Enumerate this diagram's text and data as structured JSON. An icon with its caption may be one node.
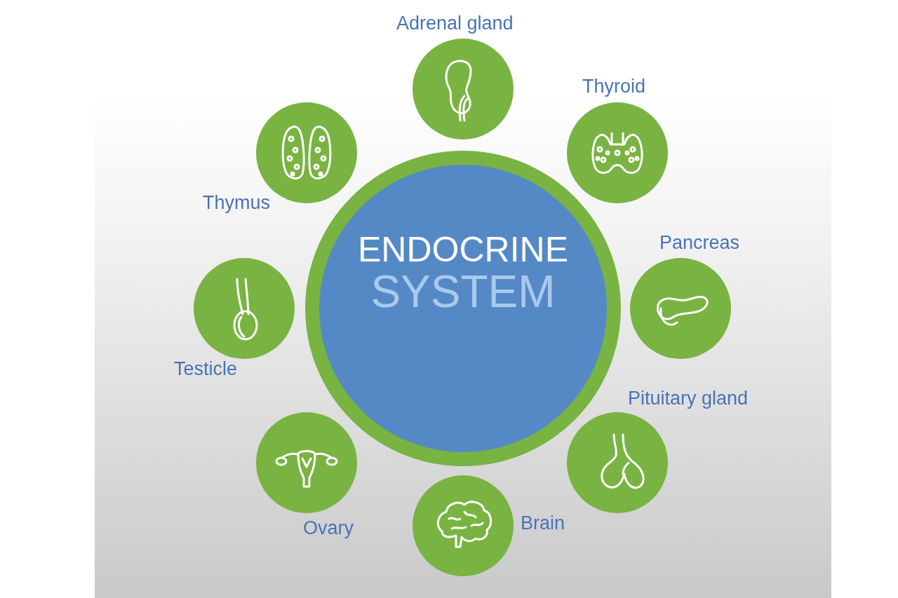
{
  "diagram": {
    "nodes": [
      {
        "text": [
          "ENDOCRINE",
          "SYSTEM"
        ]
      },
      {
        "text": [],
        "shape": "circle",
        "beside": [
          "Adrenal gland"
        ]
      },
      {
        "text": [],
        "shape": "circle",
        "beside": [
          "Thyroid"
        ]
      },
      {
        "text": [],
        "shape": "circle",
        "beside": [
          "Pancreas"
        ]
      },
      {
        "text": [],
        "shape": "circle",
        "beside": [
          "Pituitary gland"
        ]
      },
      {
        "text": [],
        "shape": "circle",
        "beside": [
          "Brain"
        ]
      },
      {
        "text": [],
        "shape": "circle",
        "beside": [
          "Ovary"
        ]
      },
      {
        "text": [],
        "shape": "circle",
        "beside": [
          "Testicle"
        ]
      },
      {
        "text": [],
        "shape": "circle",
        "beside": [
          "Thymus"
        ]
      }
    ],
    "edges": []
  }
}
